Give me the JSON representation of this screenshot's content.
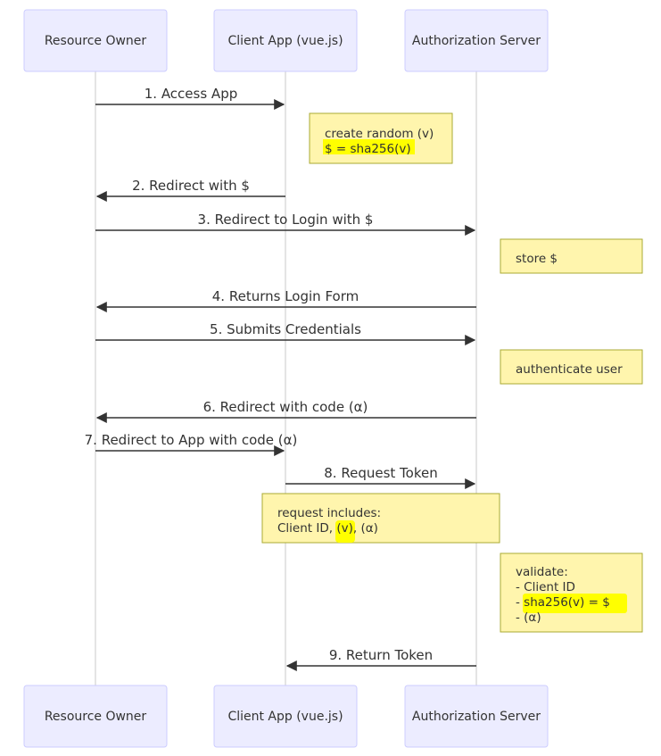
{
  "participants": [
    {
      "id": "ro",
      "label": "Resource Owner"
    },
    {
      "id": "ca",
      "label": "Client App (vue.js)"
    },
    {
      "id": "as",
      "label": "Authorization Server"
    }
  ],
  "messages": [
    {
      "from": "ro",
      "to": "ca",
      "label": "1. Access App"
    },
    {
      "from": "ca",
      "to": "ro",
      "label": "2. Redirect with $"
    },
    {
      "from": "ro",
      "to": "as",
      "label": "3. Redirect to Login with $"
    },
    {
      "from": "as",
      "to": "ro",
      "label": "4. Returns Login Form"
    },
    {
      "from": "ro",
      "to": "as",
      "label": "5. Submits Credentials"
    },
    {
      "from": "as",
      "to": "ro",
      "label": "6. Redirect with code (α)"
    },
    {
      "from": "ro",
      "to": "ca",
      "label": "7. Redirect to App with code (α)"
    },
    {
      "from": "ca",
      "to": "as",
      "label": "8. Request Token"
    },
    {
      "from": "as",
      "to": "ca",
      "label": "9. Return Token"
    }
  ],
  "notes": [
    {
      "id": "note-create-random",
      "lines": [
        "create random (v)",
        "$ = sha256(v)"
      ]
    },
    {
      "id": "note-store",
      "lines": [
        "store $"
      ]
    },
    {
      "id": "note-authenticate",
      "lines": [
        "authenticate user"
      ]
    },
    {
      "id": "note-request-includes",
      "lines": [
        "request includes:",
        "Client ID, (v), (α)"
      ]
    },
    {
      "id": "note-validate",
      "lines": [
        "validate:",
        "- Client ID",
        "- sha256(v) = $",
        "- (α)"
      ]
    }
  ],
  "colors": {
    "actor_fill": "#ececff",
    "actor_border": "#ccccff",
    "note_fill": "#fff5ad",
    "note_border": "#aaaa33",
    "highlight": "#ffff00",
    "line": "#333333"
  }
}
